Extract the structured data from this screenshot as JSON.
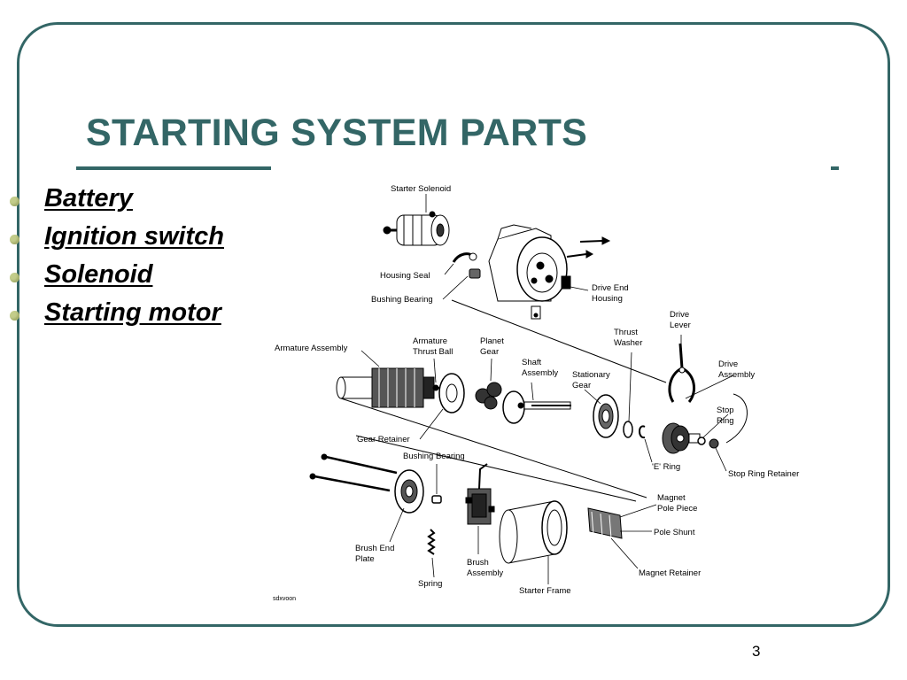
{
  "slide": {
    "title": "STARTING SYSTEM PARTS",
    "page_number": "3",
    "accent_color": "#336666",
    "bullet_color": "#c3cc8a"
  },
  "bullets": [
    "Battery",
    "Ignition switch",
    "Solenoid",
    "Starting motor"
  ],
  "diagram": {
    "labels": {
      "starter_solenoid": "Starter Solenoid",
      "housing_seal": "Housing Seal",
      "bushing_bearing_top": "Bushing Bearing",
      "drive_end_housing": [
        "Drive End",
        "Housing"
      ],
      "drive_lever": [
        "Drive",
        "Lever"
      ],
      "thrust_washer": [
        "Thrust",
        "Washer"
      ],
      "armature_assembly": "Armature Assembly",
      "armature_thrust_ball": [
        "Armature",
        "Thrust Ball"
      ],
      "planet_gear": [
        "Planet",
        "Gear"
      ],
      "shaft_assembly": [
        "Shaft",
        "Assembly"
      ],
      "stationary_gear": [
        "Stationary",
        "Gear"
      ],
      "drive_assembly": [
        "Drive",
        "Assembly"
      ],
      "stop_ring": [
        "Stop",
        "Ring"
      ],
      "gear_retainer": "Gear Retainer",
      "e_ring": "'E' Ring",
      "stop_ring_retainer": "Stop Ring Retainer",
      "bushing_bearing_bottom": "Bushing Bearing",
      "magnet_pole_piece": [
        "Magnet",
        "Pole Piece"
      ],
      "pole_shunt": "Pole Shunt",
      "brush_end_plate": [
        "Brush End",
        "Plate"
      ],
      "brush_assembly": [
        "Brush",
        "Assembly"
      ],
      "spring": "Spring",
      "starter_frame": "Starter Frame",
      "magnet_retainer": "Magnet Retainer",
      "figure_code": "sdxvoon"
    }
  }
}
